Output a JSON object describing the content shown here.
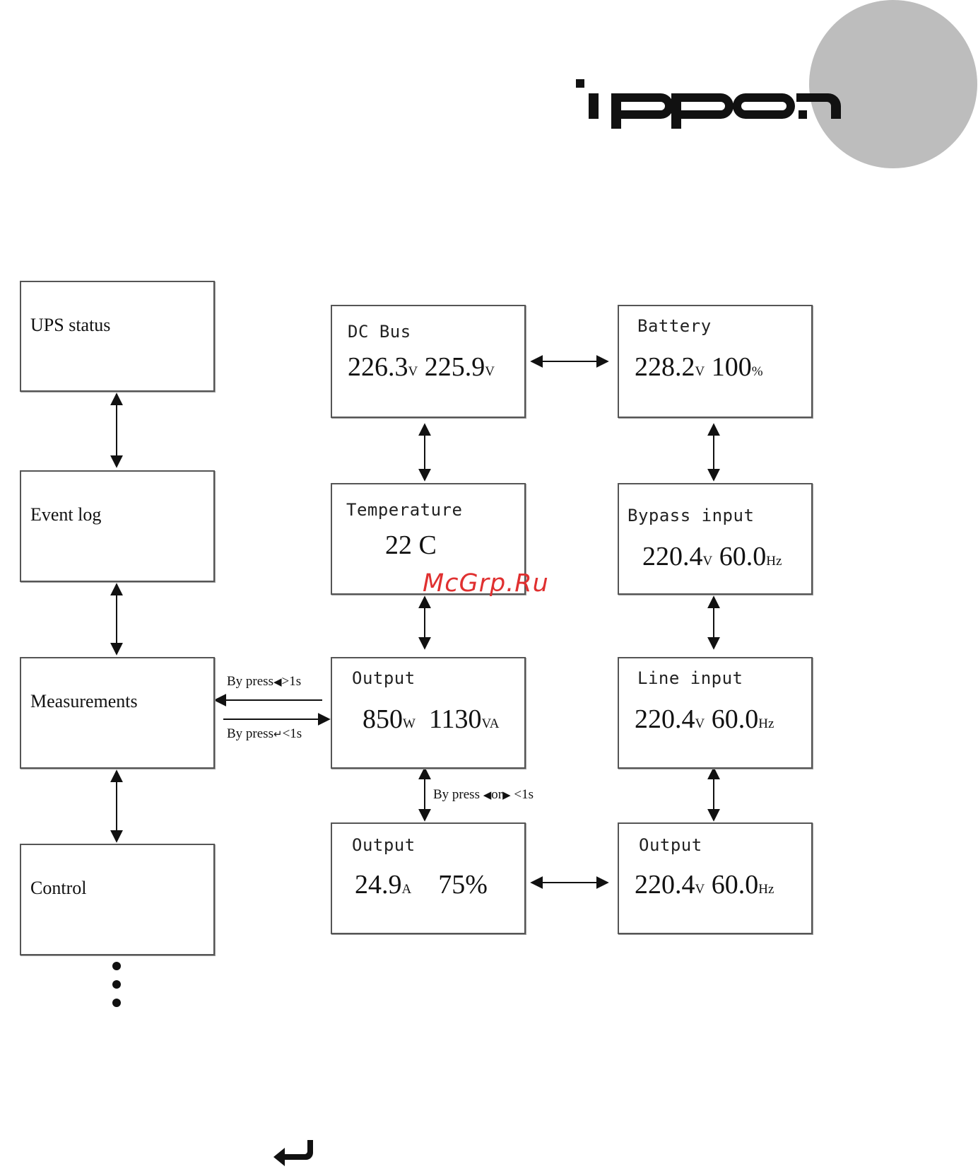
{
  "brand": {
    "logo": "ippon",
    "circle_color": "#bdbdbd"
  },
  "menu": [
    {
      "key": "ups_status",
      "label": "UPS status"
    },
    {
      "key": "event_log",
      "label": "Event log"
    },
    {
      "key": "measurements",
      "label": "Measurements"
    },
    {
      "key": "control",
      "label": "Control"
    }
  ],
  "screens": {
    "dc_bus": {
      "title": "DC Bus",
      "v1": "226.3",
      "u1": "V",
      "v2": "225.9",
      "u2": "V"
    },
    "battery": {
      "title": "Battery",
      "v1": "228.2",
      "u1": "V",
      "v2": "100",
      "u2": "%"
    },
    "temperature": {
      "title": "Temperature",
      "value": "22 C"
    },
    "bypass_input": {
      "title": "Bypass input",
      "v1": "220.4",
      "u1": "V",
      "v2": "60.0",
      "u2": "Hz"
    },
    "output_power": {
      "title": "Output",
      "v1": "850",
      "u1": "W",
      "v2": "1130",
      "u2": "VA"
    },
    "line_input": {
      "title": "Line input",
      "v1": "220.4",
      "u1": "V",
      "v2": "60.0",
      "u2": "Hz"
    },
    "output_current": {
      "title": "Output",
      "v1": "24.9",
      "u1": "A",
      "v2": "75%"
    },
    "output_voltage": {
      "title": "Output",
      "v1": "220.4",
      "u1": "V",
      "v2": "60.0",
      "u2": "Hz"
    }
  },
  "notes": {
    "back": {
      "text": "By press",
      "glyph": "◀",
      "suffix": ">1s"
    },
    "enter": {
      "text": "By press",
      "glyph": "↵",
      "suffix": "<1s"
    },
    "next": {
      "text": "By press",
      "glyph1": "◀",
      "mid": "or",
      "glyph2": "▶",
      "suffix": "<1s"
    }
  },
  "watermark": "McGrp.Ru",
  "footer": {
    "icon": "enter-key-icon"
  }
}
